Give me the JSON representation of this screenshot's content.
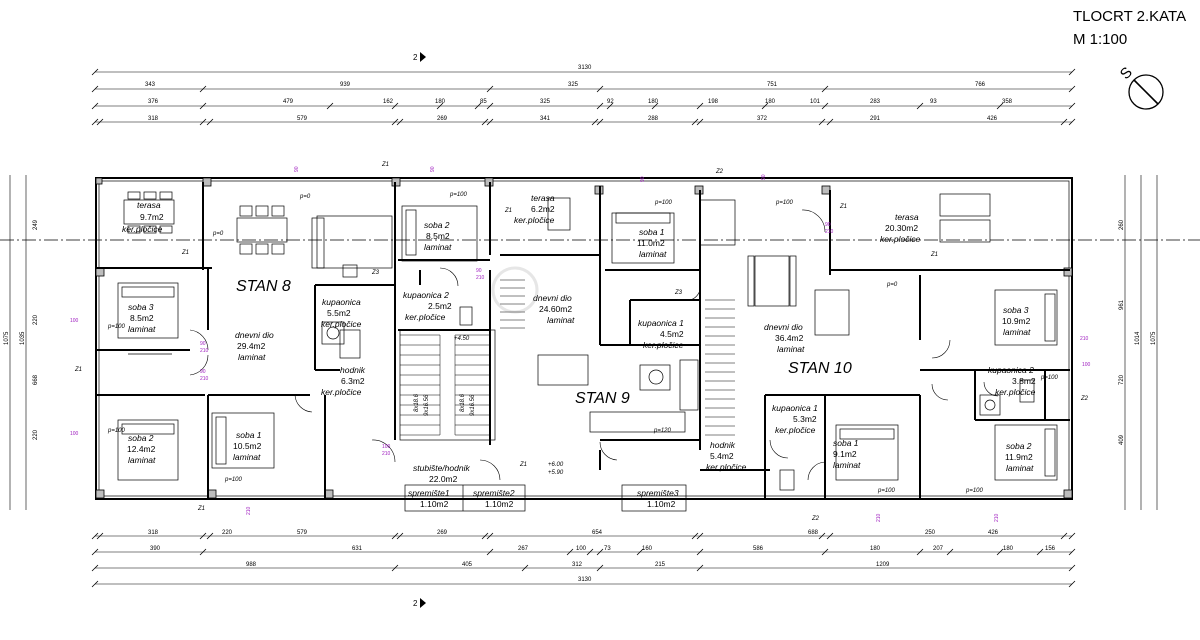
{
  "title": {
    "line1": "TLOCRT 2.KATA",
    "line2": "M 1:100"
  },
  "north_label": "S",
  "section_label": "2",
  "dims": {
    "top_total": "3130",
    "top_row1": [
      "343",
      "939",
      "325",
      "751",
      "766"
    ],
    "top_row2": [
      "376",
      "479",
      "162",
      "180",
      "85",
      "325",
      "92",
      "180",
      "198",
      "180",
      "101",
      "283",
      "93",
      "358"
    ],
    "top_row3": [
      "318",
      "579",
      "269",
      "341",
      "288",
      "372",
      "291",
      "426"
    ],
    "bottom_row1": [
      "318",
      "220",
      "579",
      "269",
      "654",
      "688",
      "250",
      "426"
    ],
    "bottom_row2": [
      "390",
      "631",
      "267",
      "100",
      "73",
      "160",
      "586",
      "180",
      "207",
      "180",
      "156"
    ],
    "bottom_row3": [
      "988",
      "405",
      "312",
      "215",
      "1209"
    ],
    "bottom_total": "3130",
    "left_outer": "1075",
    "left_inner": "1035",
    "left_parts": [
      "249",
      "220",
      "668",
      "220"
    ],
    "right_outer": "1075",
    "right_inner": "1014",
    "right_parts": [
      "260",
      "961",
      "720",
      "409"
    ]
  },
  "apartments": [
    {
      "id": "stan8",
      "label": "STAN 8"
    },
    {
      "id": "stan9",
      "label": "STAN 9"
    },
    {
      "id": "stan10",
      "label": "STAN 10"
    }
  ],
  "rooms": {
    "s8_terasa": {
      "name": "terasa",
      "area": "9.7m2",
      "floor": "ker.pločice"
    },
    "s8_soba3": {
      "name": "soba 3",
      "area": "8.5m2",
      "floor": "laminat"
    },
    "s8_dnevni": {
      "name": "dnevni dio",
      "area": "29.4m2",
      "floor": "laminat"
    },
    "s8_soba2": {
      "name": "soba 2",
      "area": "12.4m2",
      "floor": "laminat"
    },
    "s8_soba1": {
      "name": "soba 1",
      "area": "10.5m2",
      "floor": "laminat"
    },
    "s8_kupaonica": {
      "name": "kupaonica",
      "area": "5.5m2",
      "floor": "ker.pločice"
    },
    "s8_hodnik": {
      "name": "hodnik",
      "area": "6.3m2",
      "floor": "ker.pločice"
    },
    "s8_kup2": {
      "name": "kupaonica 2",
      "area": "2.5m2",
      "floor": "ker.pločice"
    },
    "s9_soba2": {
      "name": "soba 2",
      "area": "8.5m2",
      "floor": "laminat"
    },
    "s9_terasa": {
      "name": "terasa",
      "area": "6.2m2",
      "floor": "ker.pločice"
    },
    "s9_soba1": {
      "name": "soba 1",
      "area": "11.0m2",
      "floor": "laminat"
    },
    "s9_dnevni": {
      "name": "dnevni dio",
      "area": "24.60m2",
      "floor": "laminat"
    },
    "s9_kup1": {
      "name": "kupaonica 1",
      "area": "4.5m2",
      "floor": "ker.pločice"
    },
    "s9_hodnik": {
      "name": "hodnik",
      "area": "5.4m2",
      "floor": "ker.pločice"
    },
    "stubiste": {
      "name": "stubište/hodnik",
      "area": "22.0m2"
    },
    "spr1": {
      "name": "spremište1",
      "area": "1.10m2"
    },
    "spr2": {
      "name": "spremište2",
      "area": "1.10m2"
    },
    "spr3": {
      "name": "spremište3",
      "area": "1.10m2"
    },
    "s10_terasa": {
      "name": "terasa",
      "area": "20.30m2",
      "floor": "ker.pločice"
    },
    "s10_dnevni": {
      "name": "dnevni dio",
      "area": "36.4m2",
      "floor": "laminat"
    },
    "s10_soba3": {
      "name": "soba 3",
      "area": "10.9m2",
      "floor": "laminat"
    },
    "s10_kup2": {
      "name": "kupaonica 2",
      "area": "3.8m2",
      "floor": "ker.pločice"
    },
    "s10_kup1": {
      "name": "kupaonica 1",
      "area": "5.3m2",
      "floor": "ker.pločice"
    },
    "s10_soba1": {
      "name": "soba 1",
      "area": "9.1m2",
      "floor": "laminat"
    },
    "s10_soba2": {
      "name": "soba 2",
      "area": "11.9m2",
      "floor": "laminat"
    }
  },
  "tags": {
    "z1": "Z1",
    "z2": "Z2",
    "z3": "Z3",
    "p100": "p=100",
    "p0": "p=0",
    "p120": "p=120",
    "lvl1": "+4.50",
    "lvl2": "+6.00",
    "lvl3": "+5.90",
    "stair1": "8x18.6",
    "stair2": "9x16.56",
    "wd1": "90",
    "wd2": "210",
    "wd3": "100"
  }
}
